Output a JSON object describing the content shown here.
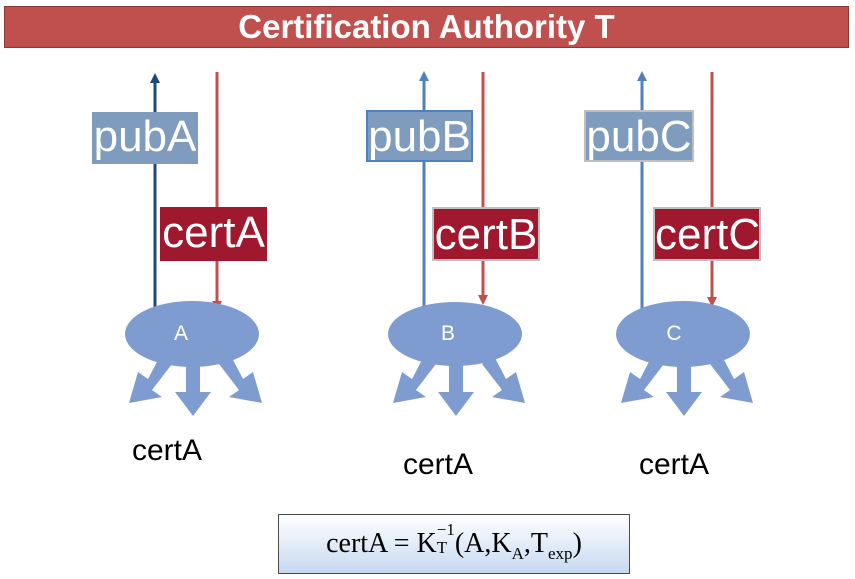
{
  "header": {
    "title": "Certification Authority T"
  },
  "parties": [
    {
      "pub_label": "pubA",
      "cert_label": "certA",
      "node_label": "A",
      "caption": "certA"
    },
    {
      "pub_label": "pubB",
      "cert_label": "certB",
      "node_label": "B",
      "caption": "certA"
    },
    {
      "pub_label": "pubC",
      "cert_label": "certC",
      "node_label": "C",
      "caption": "certA"
    }
  ],
  "formula": {
    "lhs": "certA",
    "equals": "=",
    "key": "K",
    "key_sup": "−1",
    "key_sub": "T",
    "open": "(A,K",
    "ka_sub": "A",
    "comma": ",T",
    "texp_sub": "exp",
    "close": ")"
  },
  "colors": {
    "header_fill": "#c0504d",
    "pub_fill": "#7f9cbf",
    "cert_fill": "#a0182e",
    "node_fill": "#7f9cd0",
    "up_arrow": "#4f81bd",
    "up_arrow_dark": "#1f497d",
    "down_arrow": "#c0504d"
  }
}
